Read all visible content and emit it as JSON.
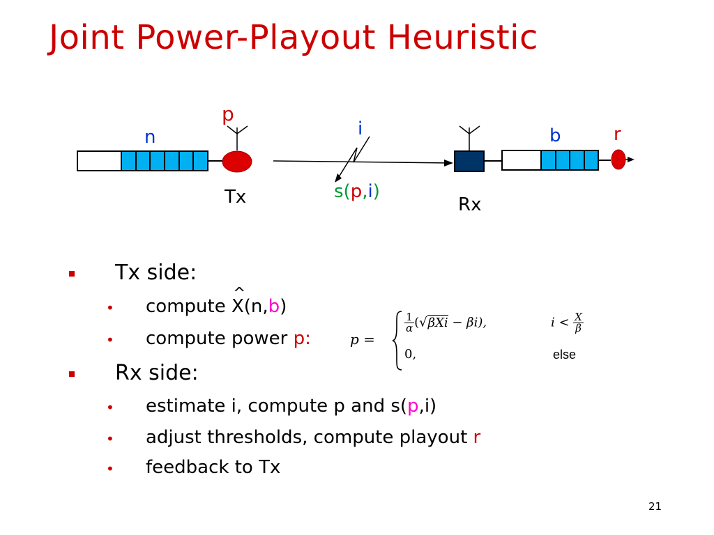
{
  "slide": {
    "title": "Joint Power-Playout Heuristic",
    "page_number": "21"
  },
  "diagram": {
    "p_label": "p",
    "n_label": "n",
    "tx_label": "Tx",
    "i_label": "i",
    "s_func": "s(",
    "s_p": "p",
    "s_comma": ",",
    "s_i": "i",
    "s_close": ")",
    "rx_label": "Rx",
    "b_label": "b",
    "r_label": "r"
  },
  "bullets": {
    "tx_side": "Tx side:",
    "compute_prefix": "compute ",
    "x_letter": "X",
    "x_hat": "^",
    "compute_args_open": "(n,",
    "compute_args_b": "b",
    "compute_args_close": ")",
    "compute_power": "compute power ",
    "power_p": "p:",
    "rx_side": "Rx side:",
    "estimate_prefix": "estimate i, compute p and s(",
    "estimate_p": "p",
    "estimate_suffix": ",i)",
    "adjust_prefix": "adjust thresholds, compute playout ",
    "adjust_r": "r",
    "feedback": "feedback to Tx"
  },
  "formula": {
    "lhs": "p =",
    "case1_frac_num": "1",
    "case1_frac_den": "α",
    "case1_open": "(",
    "case1_sqrt_body": "βXi",
    "case1_rest": " − βi),",
    "case1_cond_prefix": "i <",
    "case1_cond_num": "X",
    "case1_cond_den": "β",
    "case2_value": "0,",
    "case2_cond": "else"
  },
  "colors": {
    "title": "#cc0000",
    "bullet": "#cc0000",
    "queue_fill": "#00b0f0",
    "rx_box": "#003366",
    "red_accent": "#cc0000",
    "blue_text": "#0033cc",
    "green_text": "#009933",
    "magenta_text": "#ff00cc"
  }
}
